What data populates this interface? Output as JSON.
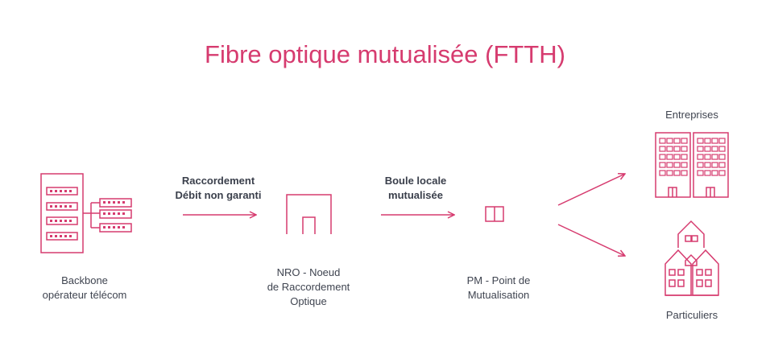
{
  "title": "Fibre optique mutualisée (FTTH)",
  "accent_color": "#d63b6f",
  "nodes": {
    "backbone": {
      "line1": "Backbone",
      "line2": "opérateur télécom",
      "icon": "server-rack-icon"
    },
    "nro": {
      "line1": "NRO - Noeud",
      "line2": "de Raccordement",
      "line3": "Optique",
      "icon": "building-outline-icon"
    },
    "pm": {
      "line1": "PM - Point de",
      "line2": "Mutualisation",
      "icon": "cabinet-icon"
    },
    "entreprises": {
      "label": "Entreprises",
      "icon": "office-buildings-icon"
    },
    "particuliers": {
      "label": "Particuliers",
      "icon": "houses-icon"
    }
  },
  "links": {
    "link1": {
      "line1": "Raccordement",
      "line2": "Débit non garanti"
    },
    "link2": {
      "line1": "Boule locale",
      "line2": "mutualisée"
    }
  }
}
